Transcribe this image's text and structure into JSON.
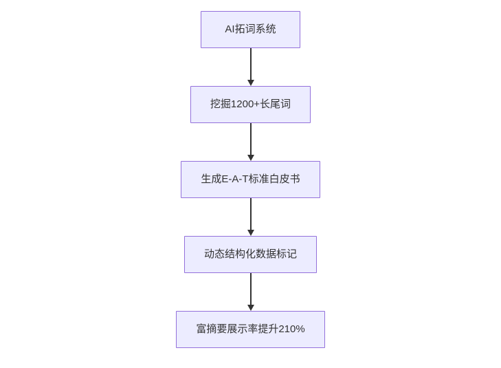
{
  "diagram": {
    "type": "flowchart",
    "direction": "top-down",
    "colors": {
      "background": "#ffffff",
      "node_fill": "#ECECFF",
      "node_border": "#9370DB",
      "node_text": "#333333",
      "arrow": "#333333"
    },
    "nodes": [
      {
        "label": "AI拓词系统"
      },
      {
        "label": "挖掘1200+长尾词"
      },
      {
        "label": "生成E-A-T标准白皮书"
      },
      {
        "label": "动态结构化数据标记"
      },
      {
        "label": "富摘要展示率提升210%"
      }
    ],
    "edges": [
      {
        "from": "AI拓词系统",
        "to": "挖掘1200+长尾词"
      },
      {
        "from": "挖掘1200+长尾词",
        "to": "生成E-A-T标准白皮书"
      },
      {
        "from": "生成E-A-T标准白皮书",
        "to": "动态结构化数据标记"
      },
      {
        "from": "动态结构化数据标记",
        "to": "富摘要展示率提升210%"
      }
    ]
  }
}
